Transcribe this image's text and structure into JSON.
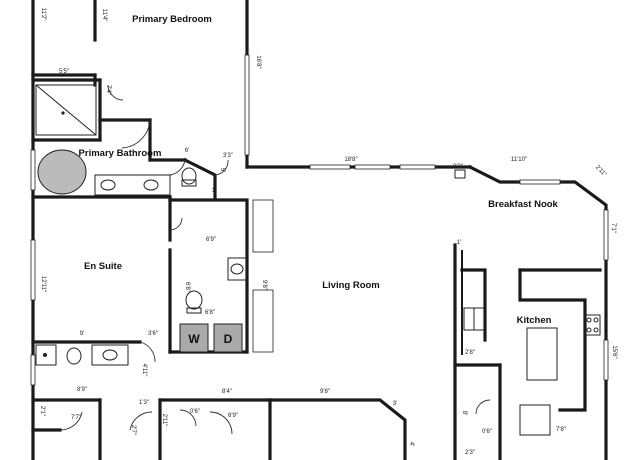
{
  "rooms": {
    "primary_bedroom": "Primary Bedroom",
    "primary_bathroom": "Primary Bathroom",
    "en_suite": "En Suite",
    "living_room": "Living Room",
    "breakfast_nook": "Breakfast Nook",
    "kitchen": "Kitchen"
  },
  "dimensions": {
    "d_11_2": "11'2\"",
    "d_11_4": "11'4\"",
    "d_5_5": "5'5\"",
    "d_16_8": "16'8\"",
    "d_7_4": "7'4\"",
    "d_3_3": "3'3\"",
    "d_6": "6'",
    "d_1": "1'",
    "d_5_top": "5'",
    "d_18_8": "18'8\"",
    "d_0_3": "0'3\"",
    "d_11_10": "11'10\"",
    "d_2_11": "2'11\"",
    "d_7_1": "7'1\"",
    "d_6_9a": "6'9\"",
    "d_1_kitchen": "1'",
    "d_12_11": "12'11\"",
    "d_6_8a": "6'8\"",
    "d_9_8b": "9'8\"",
    "d_6_8b": "6'8\"",
    "d_3_6": "3'6\"",
    "d_9": "9'",
    "d_8_9": "8'9\"",
    "d_4_11": "4'11\"",
    "d_2_8": "2'8\"",
    "d_15_6": "15'6\"",
    "d_8_4": "8'4\"",
    "d_9_8": "9'8\"",
    "d_3": "3'",
    "d_7_7": "7'7\"",
    "d_2_1": "2'1\"",
    "d_1_3": "1'3\"",
    "d_2_11b": "2'11\"",
    "d_0_6": "0'6\"",
    "d_6_9b": "6'9\"",
    "d_2_7": "2'7\"",
    "d_7_8": "7'8\"",
    "d_8_hall": "8'",
    "d_4": "4'",
    "d_2_3": "2'3\"",
    "d_0_6b": "0'6\""
  },
  "appliances": {
    "washer": "W",
    "dryer": "D"
  }
}
